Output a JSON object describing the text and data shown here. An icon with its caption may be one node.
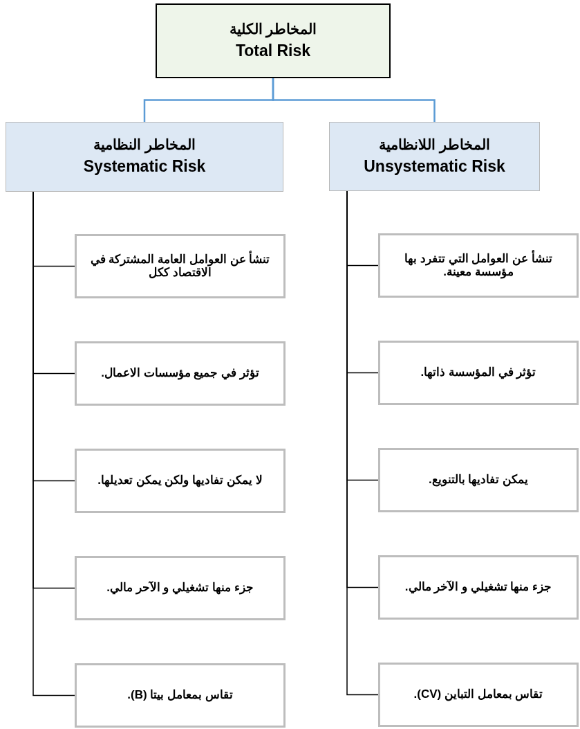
{
  "diagram": {
    "nodes": [
      {
        "text": [
          "المخاطر الكلية",
          "Total Risk"
        ]
      },
      {
        "text": [
          "المخاطر النظامية",
          "Systematic Risk"
        ]
      },
      {
        "text": [
          "المخاطر اللانظامية",
          "Unsystematic Risk"
        ]
      },
      {
        "text": [
          "تنشأ عن العوامل العامة المشتركة في الاقتصاد ككل"
        ]
      },
      {
        "text": [
          "تؤثر في جميع مؤسسات الاعمال."
        ]
      },
      {
        "text": [
          "لا يمكن تفاديها ولكن يمكن تعديلها."
        ]
      },
      {
        "text": [
          "جزء منها تشغيلي و الآحر مالي."
        ]
      },
      {
        "text": [
          "تقاس بمعامل بيتا (B)."
        ]
      },
      {
        "text": [
          "تنشأ عن العوامل التي تتفرد بها مؤسسة معينة."
        ]
      },
      {
        "text": [
          "تؤثر في المؤسسة ذاتها."
        ]
      },
      {
        "text": [
          "يمكن تفاديها بالتنويع."
        ]
      },
      {
        "text": [
          "جزء منها تشغيلي و الآخر مالي."
        ]
      },
      {
        "text": [
          "تقاس بمعامل التباين (CV)."
        ]
      }
    ],
    "edges": [
      {
        "from": 0,
        "to": 1,
        "arrow": "none",
        "color": "#5b9bd5"
      },
      {
        "from": 0,
        "to": 2,
        "arrow": "none",
        "color": "#5b9bd5"
      },
      {
        "from": 1,
        "to": 3,
        "arrow": "none"
      },
      {
        "from": 1,
        "to": 4,
        "arrow": "none"
      },
      {
        "from": 1,
        "to": 5,
        "arrow": "none"
      },
      {
        "from": 1,
        "to": 6,
        "arrow": "none"
      },
      {
        "from": 1,
        "to": 7,
        "arrow": "none"
      },
      {
        "from": 2,
        "to": 8,
        "arrow": "none"
      },
      {
        "from": 2,
        "to": 9,
        "arrow": "none"
      },
      {
        "from": 2,
        "to": 10,
        "arrow": "none"
      },
      {
        "from": 2,
        "to": 11,
        "arrow": "none"
      },
      {
        "from": 2,
        "to": 12,
        "arrow": "none"
      }
    ]
  }
}
